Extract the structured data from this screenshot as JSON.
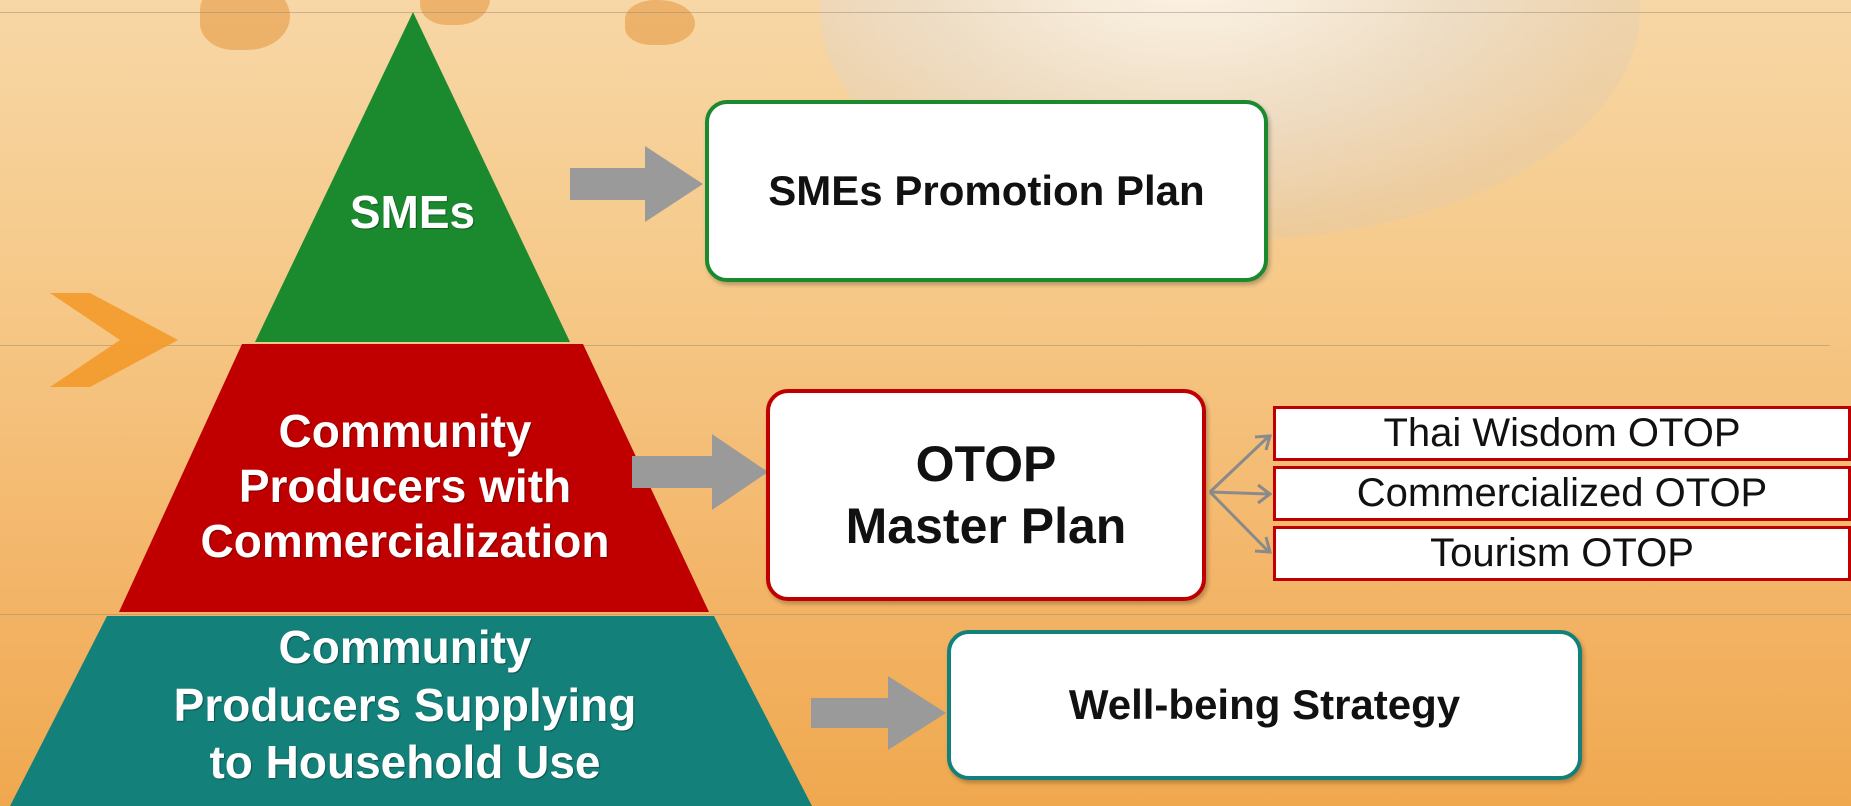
{
  "tiers": [
    {
      "label": "SMEs",
      "color": "#1b8a2f"
    },
    {
      "label": "Community\nProducers with\nCommercialization",
      "color": "#c00000"
    },
    {
      "label": "Community\nProducers Supplying\nto Household Use",
      "color": "#138079"
    }
  ],
  "plans": {
    "smes": {
      "label": "SMEs Promotion Plan",
      "border": "#1b8a2f"
    },
    "otop": {
      "label": "OTOP\nMaster Plan",
      "border": "#c00000"
    },
    "wellbeing": {
      "label": "Well-being Strategy",
      "border": "#138079"
    }
  },
  "otop_items": [
    "Thai Wisdom OTOP",
    "Commercialized OTOP",
    "Tourism OTOP"
  ],
  "arrow_color": "#9a9a9a"
}
